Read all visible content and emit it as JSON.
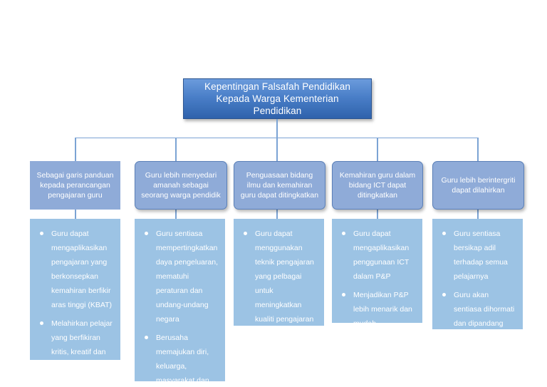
{
  "diagram": {
    "title": "Kepentingan Falsafah Pendidikan Kepada Warga Kementerian Pendidikan",
    "title_lines": "Kepentingan Falsafah Pendidikan\nKepada Warga Kementerian\nPendidikan",
    "colors": {
      "title_gradient_top": "#6B9BDC",
      "title_gradient_bottom": "#2F62AC",
      "title_border": "#2C5591",
      "header_box": "#8FABD8",
      "header_border": "#5B80B8",
      "bullet_box": "#9CC3E4",
      "connector": "#7BA3D4",
      "text": "#FFFFFF"
    },
    "columns": [
      {
        "header": "Sebagai garis panduan kepada perancangan pengajaran guru",
        "header_lines": "Sebagai garis panduan\nkepada perancangan\npengajaran guru",
        "bullets": [
          "Guru dapat mengaplikasikan pengajaran yang berkonsepkan kemahiran berfikir aras tinggi (KBAT)",
          "Melahirkan pelajar yang berfikiran kritis, kreatif dan inovatif"
        ]
      },
      {
        "header": "Guru lebih menyedari amanah sebagai seorang warga pendidik",
        "header_lines": "Guru lebih menyedari\namanah sebagai\nseorang warga pendidik",
        "bullets": [
          "Guru sentiasa mempertingkatkan daya pengeluaran, mematuhi peraturan dan undang-undang negara",
          "Berusaha memajukan diri, keluarga, masyarakat dan negara"
        ]
      },
      {
        "header": "Penguasaan bidang ilmu dan kemahiran guru dapat ditingkatkan",
        "header_lines": "Penguasaan bidang\nilmu dan kemahiran\nguru dapat ditingkatkan",
        "bullets": [
          "Guru dapat menggunakan teknik pengajaran yang pelbagai untuk meningkatkan kualiti pengajaran"
        ]
      },
      {
        "header": "Kemahiran guru dalam bidang ICT dapat ditingkatkan",
        "header_lines": "Kemahiran guru dalam\nbidang ICT dapat\nditingkatkan",
        "bullets": [
          "Guru dapat mengaplikasikan penggunaan ICT dalam P&P",
          "Menjadikan P&P lebih menarik dan mudah"
        ]
      },
      {
        "header": "Guru lebih berintergriti dapat dilahirkan",
        "header_lines": "Guru lebih berintergriti\ndapat dilahirkan",
        "bullets": [
          "Guru sentiasa bersikap adil terhadap semua pelajarnya",
          "Guru akan sentiasa dihormati dan dipandang mulia oleh pelajar"
        ]
      }
    ]
  }
}
